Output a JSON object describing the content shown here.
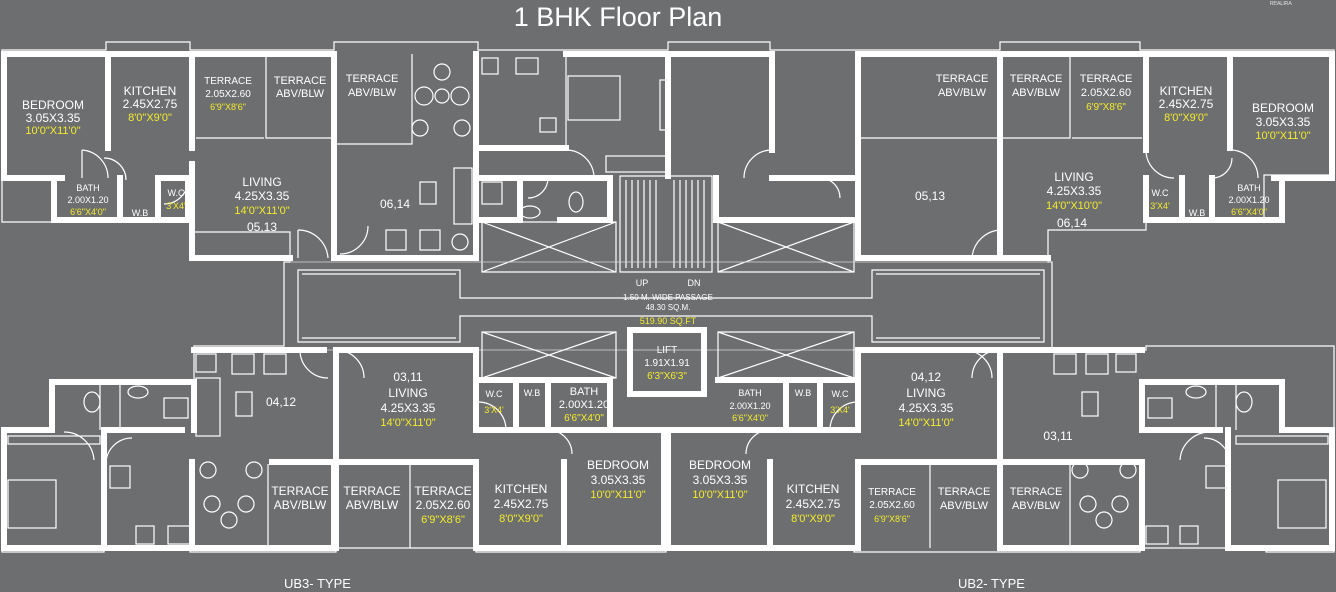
{
  "title": "1 BHK Floor Plan",
  "stamp": "ᴿᴱᴬᴸᴵᴿᴬ",
  "type_left": "UB3- TYPE",
  "type_right": "UB2- TYPE",
  "colors": {
    "background": "#6d6e70",
    "walls": "#ffffff",
    "imperial_dims": "#f5ec2b"
  },
  "labels": {
    "bedroom": "BEDROOM",
    "kitchen": "KITCHEN",
    "terrace": "TERRACE",
    "abv_blw": "ABV/BLW",
    "living": "LIVING",
    "bath": "BATH",
    "wc": "W.C",
    "wb": "W.B",
    "lift": "LIFT",
    "up": "UP",
    "dn": "DN"
  },
  "dims": {
    "bedroom_m": "3.05X3.35",
    "bedroom_ft": "10'0\"X11'0\"",
    "kitchen_m": "2.45X2.75",
    "kitchen_ft": "8'0\"X9'0\"",
    "terrace_m": "2.05X2.60",
    "terrace_ft": "6'9\"X8'6\"",
    "living_m": "4.25X3.35",
    "living_ft": "14'0\"X11'0\"",
    "living_ft_b": "14'0\"X10'0\"",
    "bath_m": "2.00X1.20",
    "bath_ft": "6'6\"X4'0\"",
    "wc_ft": "3'X4'",
    "lift_m": "1.91X1.91",
    "lift_ft": "6'3\"X6'3\""
  },
  "unit_numbers": {
    "a": "05,13",
    "b": "06,14",
    "c": "04,12",
    "d": "03,11"
  },
  "passage": {
    "line1": "1.50 M. WIDE PASSAGE",
    "line2": "48.30 SQ.M.",
    "area": "519.90 SQ.FT"
  }
}
